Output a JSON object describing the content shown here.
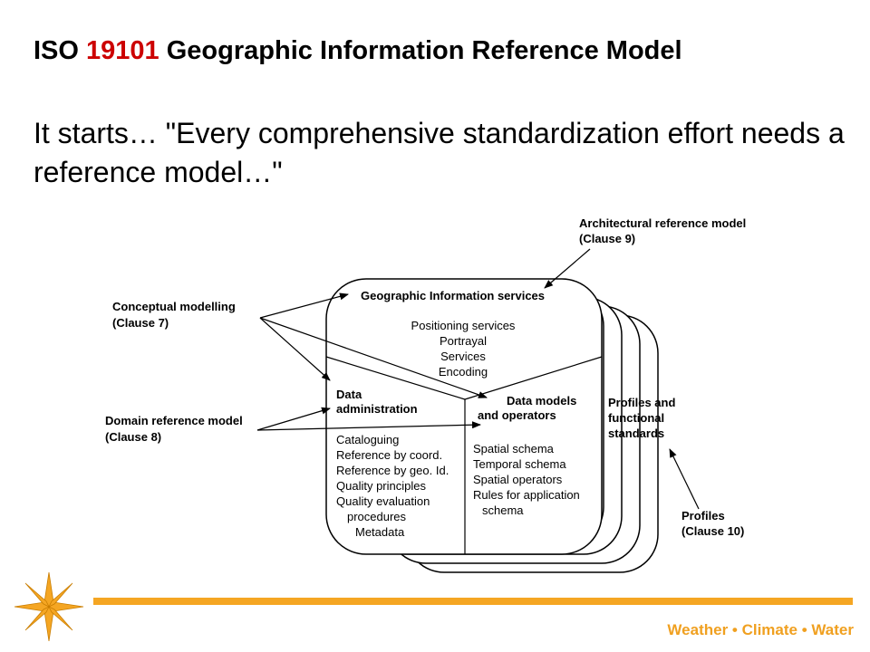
{
  "title": {
    "prefix": "ISO",
    "number": "19101",
    "rest": "Geographic Information Reference Model"
  },
  "subtitle": "It starts… \"Every comprehensive standardization effort needs a reference model…\"",
  "diagram": {
    "services": {
      "title": "Geographic Information services",
      "items": [
        "Positioning services",
        "Portrayal",
        "Services",
        "Encoding"
      ]
    },
    "data_admin": {
      "title_line1": "Data",
      "title_line2": "administration",
      "items": [
        "Cataloguing",
        "Reference by coord.",
        "Reference by geo. Id.",
        "Quality principles",
        "Quality evaluation",
        "procedures",
        "Metadata"
      ]
    },
    "data_models": {
      "title_line1": "Data models",
      "title_line2": "and operators",
      "items": [
        "Spatial schema",
        "Temporal schema",
        "Spatial operators",
        "Rules for application",
        "schema"
      ]
    },
    "profiles_box": {
      "line1": "Profiles and",
      "line2": "functional",
      "line3": "standards"
    },
    "callouts": {
      "architectural": {
        "line1": "Architectural reference model",
        "line2": "(Clause 9)"
      },
      "conceptual": {
        "line1": "Conceptual modelling",
        "line2": "(Clause 7)"
      },
      "domain": {
        "line1": "Domain reference model",
        "line2": "(Clause 8)"
      },
      "profiles": {
        "line1": "Profiles",
        "line2": "(Clause 10)"
      }
    }
  },
  "footer": {
    "brand": "Weather • Climate • Water"
  },
  "colors": {
    "accent": "#cc0000",
    "footer": "#f5a623",
    "brand": "#f0a020"
  }
}
